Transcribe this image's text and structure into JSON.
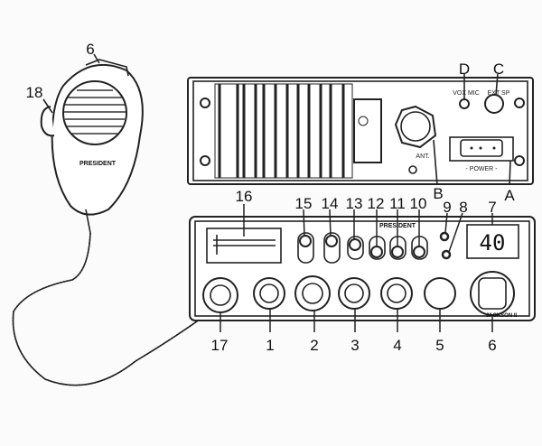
{
  "diagram": {
    "rear_panel": {
      "labels": {
        "vox_mic": "VOX MIC",
        "ext_sp": "EXT SP",
        "antenna": "ANT.",
        "power": "- POWER -"
      },
      "callouts": {
        "A": "A",
        "B": "B",
        "C": "C",
        "D": "D"
      }
    },
    "front_panel": {
      "brand": "PRESIDENT",
      "model": "JACKSON II",
      "channel_display": "40",
      "callouts": {
        "c1": "1",
        "c2": "2",
        "c3": "3",
        "c4": "4",
        "c5": "5",
        "c6": "6",
        "c7": "7",
        "c8": "8",
        "c9": "9",
        "c10": "10",
        "c11": "11",
        "c12": "12",
        "c13": "13",
        "c14": "14",
        "c15": "15",
        "c16": "16",
        "c17": "17"
      }
    },
    "microphone": {
      "brand": "PRESIDENT",
      "callouts": {
        "c6": "6",
        "c18": "18"
      }
    }
  }
}
